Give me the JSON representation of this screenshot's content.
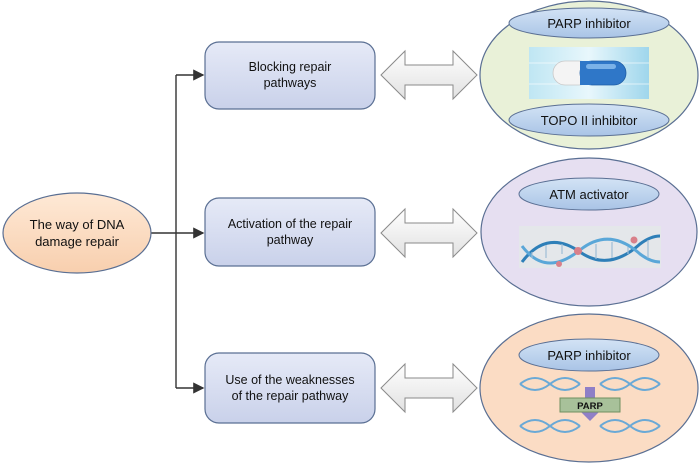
{
  "root": {
    "line1": "The way of DNA",
    "line2": "damage repair"
  },
  "branches": [
    {
      "line1": "Blocking repair",
      "line2": "pathways"
    },
    {
      "line1": "Activation of the repair",
      "line2": "pathway"
    },
    {
      "line1": "Use of the weaknesses",
      "line2": "of the repair pathway"
    }
  ],
  "targets": [
    {
      "top_label": "PARP inhibitor",
      "image": "capsule-pill",
      "bottom_label": "TOPO II inhibitor"
    },
    {
      "top_label": "ATM activator",
      "image": "dna-double-helix"
    },
    {
      "top_label": "PARP inhibitor",
      "image": "dna-parp-binding",
      "inner_label": "PARP"
    }
  ],
  "colors": {
    "root_fill": "#fde0c6",
    "branch_fill": "#d6dcf0",
    "target1_fill": "#e9f1d8",
    "target2_fill": "#e6dff1",
    "target3_fill": "#fbdcc4",
    "pill_label_fill": "#bcd4ee",
    "stroke": "#5a6f93"
  }
}
